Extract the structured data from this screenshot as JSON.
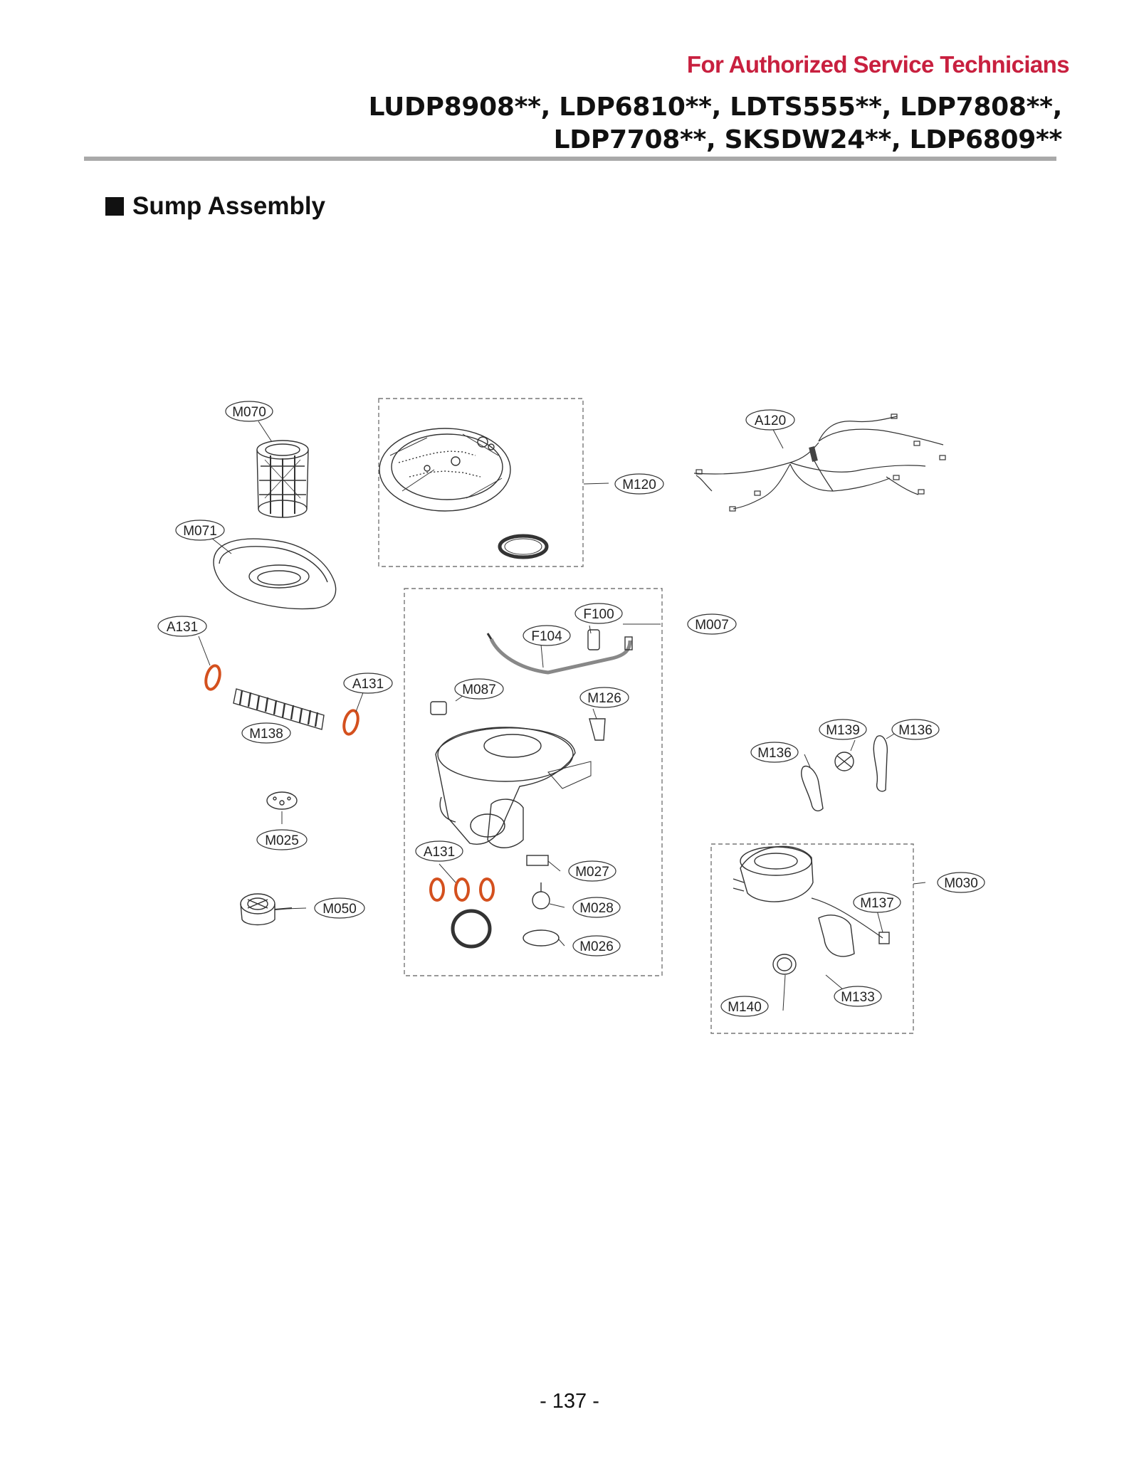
{
  "header": {
    "notice": "For Authorized Service Technicians",
    "models_line1": "LUDP8908**, LDP6810**, LDTS555**, LDP7808**,",
    "models_line2": "LDP7708**, SKSDW24**, LDP6809**"
  },
  "section": {
    "title": "Sump Assembly"
  },
  "callouts": {
    "m070": "M070",
    "m071": "M071",
    "a131_left": "A131",
    "m138": "M138",
    "a131_mid": "A131",
    "m025": "M025",
    "m050": "M050",
    "m120": "M120",
    "a120": "A120",
    "m007": "M007",
    "f100": "F100",
    "f104": "F104",
    "m087": "M087",
    "m126": "M126",
    "a131_group": "A131",
    "m027": "M027",
    "m028": "M028",
    "m026": "M026",
    "m139": "M139",
    "m136_right": "M136",
    "m136_left": "M136",
    "m030": "M030",
    "m137": "M137",
    "m133": "M133",
    "m140": "M140"
  },
  "colors": {
    "accent": "#c8203f",
    "oring": "#d4501e",
    "rule": "#a9a9a9"
  },
  "footer": {
    "page": "- 137 -"
  }
}
